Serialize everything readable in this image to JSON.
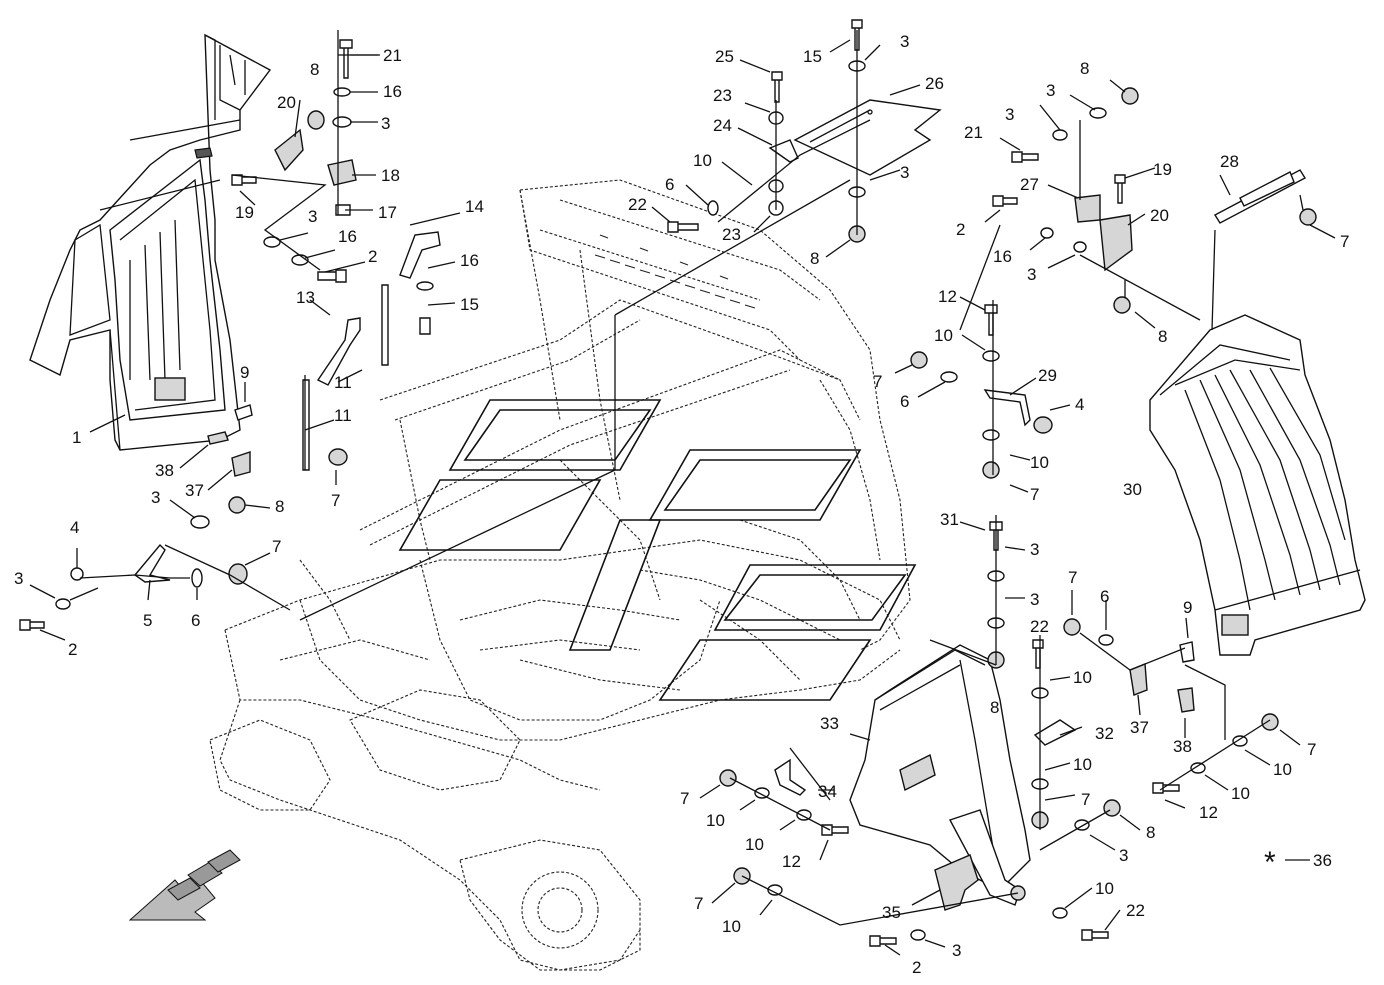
{
  "diagram": {
    "labels": [
      "1",
      "2",
      "3",
      "4",
      "5",
      "6",
      "7",
      "8",
      "9",
      "10",
      "11",
      "12",
      "13",
      "14",
      "15",
      "16",
      "17",
      "18",
      "19",
      "20",
      "21",
      "22",
      "23",
      "24",
      "25",
      "26",
      "27",
      "28",
      "29",
      "30",
      "31",
      "32",
      "33",
      "34",
      "35",
      "36",
      "37",
      "38"
    ],
    "footnote_marker": "*",
    "footnote_number": "36"
  }
}
